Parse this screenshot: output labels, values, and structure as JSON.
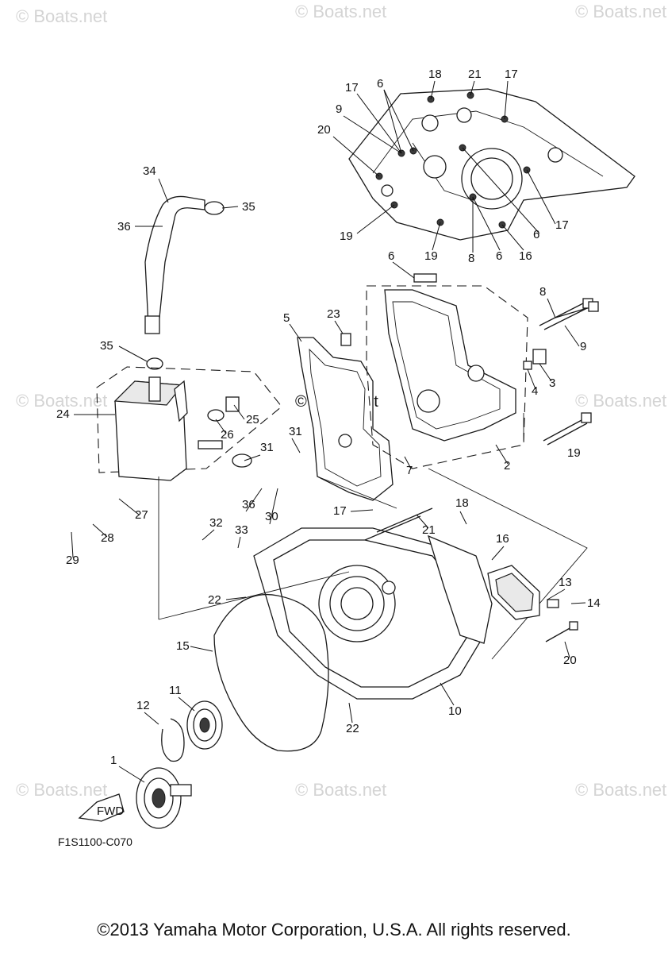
{
  "watermark": "© Boats.net",
  "diagram_code": "F1S1100-C070",
  "fwd_label": "FWD",
  "copyright": "©2013 Yamaha Motor Corporation, U.S.A. All rights reserved.",
  "callouts": [
    "18",
    "21",
    "17",
    "6",
    "17",
    "9",
    "20",
    "17",
    "6",
    "16",
    "8",
    "6",
    "19",
    "19",
    "34",
    "35",
    "36",
    "6",
    "8",
    "9",
    "5",
    "23",
    "3",
    "4",
    "35",
    "24",
    "25",
    "26",
    "7",
    "2",
    "19",
    "31",
    "31",
    "27",
    "36",
    "30",
    "17",
    "21",
    "18",
    "28",
    "29",
    "32",
    "33",
    "16",
    "13",
    "14",
    "22",
    "20",
    "15",
    "11",
    "12",
    "10",
    "22",
    "1"
  ]
}
